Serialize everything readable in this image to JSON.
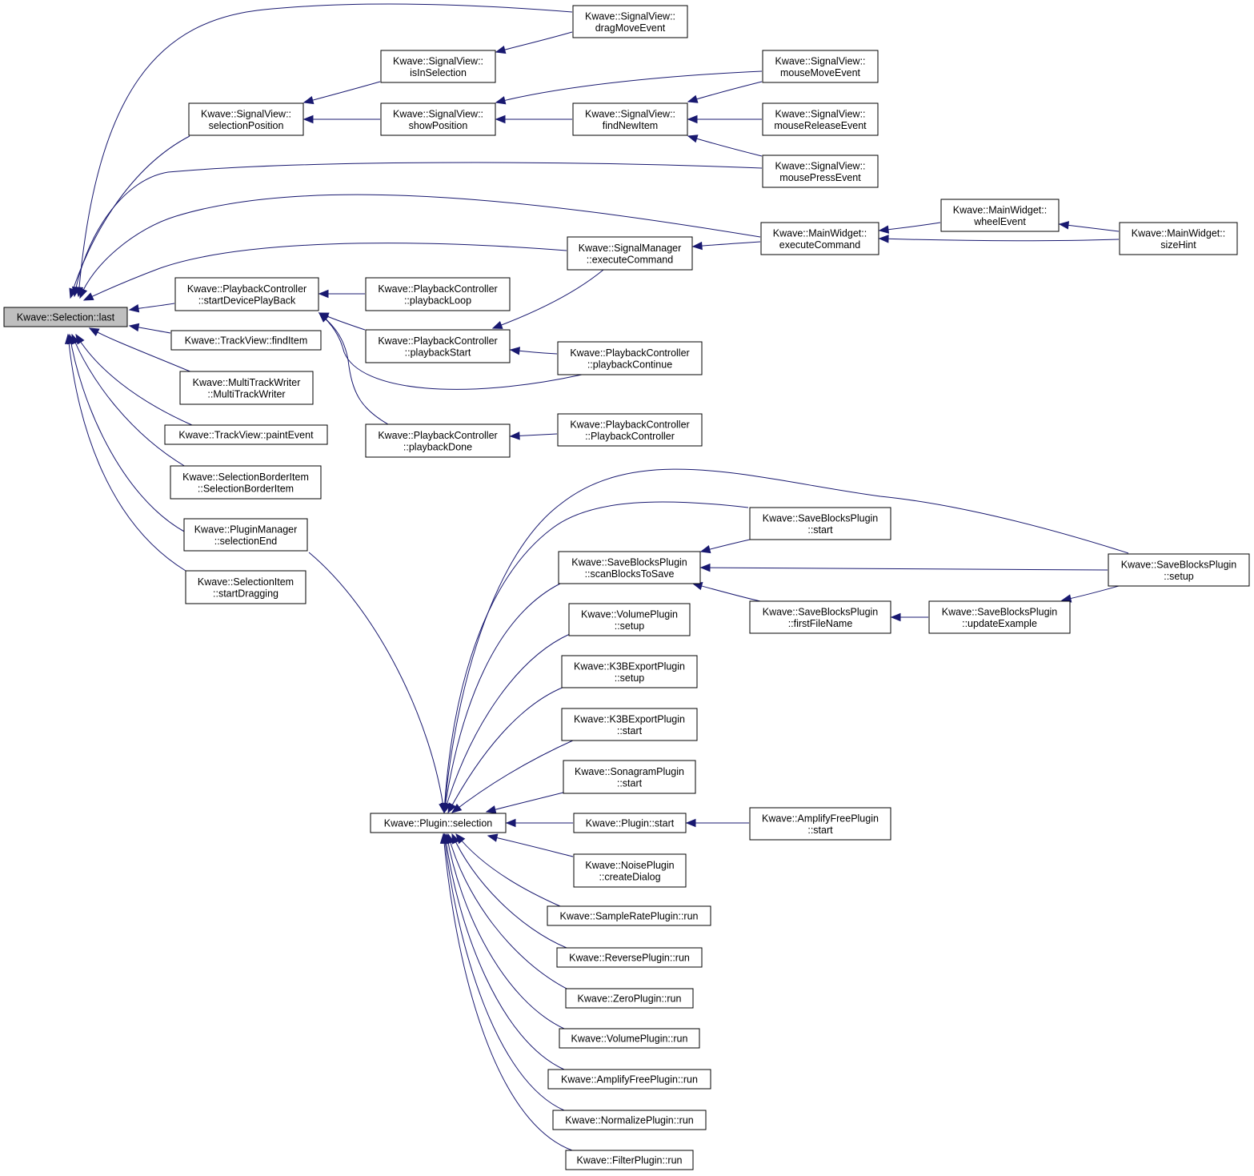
{
  "graph": {
    "edge_color": "#191970",
    "root_fill": "#bfbfbf",
    "nodes": [
      {
        "id": "root",
        "lines": [
          "Kwave::Selection::last"
        ]
      },
      {
        "id": "sv-selpos",
        "lines": [
          "Kwave::SignalView::",
          "selectionPosition"
        ]
      },
      {
        "id": "pc-startdev",
        "lines": [
          "Kwave::PlaybackController",
          "::startDevicePlayBack"
        ]
      },
      {
        "id": "tv-finditem",
        "lines": [
          "Kwave::TrackView::findItem"
        ]
      },
      {
        "id": "mtw",
        "lines": [
          "Kwave::MultiTrackWriter",
          "::MultiTrackWriter"
        ]
      },
      {
        "id": "tv-paint",
        "lines": [
          "Kwave::TrackView::paintEvent"
        ]
      },
      {
        "id": "sbi",
        "lines": [
          "Kwave::SelectionBorderItem",
          "::SelectionBorderItem"
        ]
      },
      {
        "id": "pm-selend",
        "lines": [
          "Kwave::PluginManager",
          "::selectionEnd"
        ]
      },
      {
        "id": "si-drag",
        "lines": [
          "Kwave::SelectionItem",
          "::startDragging"
        ]
      },
      {
        "id": "sv-isinsel",
        "lines": [
          "Kwave::SignalView::",
          "isInSelection"
        ]
      },
      {
        "id": "sv-showpos",
        "lines": [
          "Kwave::SignalView::",
          "showPosition"
        ]
      },
      {
        "id": "pc-loop",
        "lines": [
          "Kwave::PlaybackController",
          "::playbackLoop"
        ]
      },
      {
        "id": "pc-start",
        "lines": [
          "Kwave::PlaybackController",
          "::playbackStart"
        ]
      },
      {
        "id": "pc-done",
        "lines": [
          "Kwave::PlaybackController",
          "::playbackDone"
        ]
      },
      {
        "id": "plugin-sel",
        "lines": [
          "Kwave::Plugin::selection"
        ]
      },
      {
        "id": "sv-dragmove",
        "lines": [
          "Kwave::SignalView::",
          "dragMoveEvent"
        ]
      },
      {
        "id": "sv-findnew",
        "lines": [
          "Kwave::SignalView::",
          "findNewItem"
        ]
      },
      {
        "id": "sm-exec",
        "lines": [
          "Kwave::SignalManager",
          "::executeCommand"
        ]
      },
      {
        "id": "pc-continue",
        "lines": [
          "Kwave::PlaybackController",
          "::playbackContinue"
        ]
      },
      {
        "id": "pc-ctor",
        "lines": [
          "Kwave::PlaybackController",
          "::PlaybackController"
        ]
      },
      {
        "id": "sbp-scan",
        "lines": [
          "Kwave::SaveBlocksPlugin",
          "::scanBlocksToSave"
        ]
      },
      {
        "id": "vp-setup",
        "lines": [
          "Kwave::VolumePlugin",
          "::setup"
        ]
      },
      {
        "id": "k3b-setup",
        "lines": [
          "Kwave::K3BExportPlugin",
          "::setup"
        ]
      },
      {
        "id": "k3b-start",
        "lines": [
          "Kwave::K3BExportPlugin",
          "::start"
        ]
      },
      {
        "id": "sono-start",
        "lines": [
          "Kwave::SonagramPlugin",
          "::start"
        ]
      },
      {
        "id": "plugin-start",
        "lines": [
          "Kwave::Plugin::start"
        ]
      },
      {
        "id": "noise-dlg",
        "lines": [
          "Kwave::NoisePlugin",
          "::createDialog"
        ]
      },
      {
        "id": "srp-run",
        "lines": [
          "Kwave::SampleRatePlugin::run"
        ]
      },
      {
        "id": "rev-run",
        "lines": [
          "Kwave::ReversePlugin::run"
        ]
      },
      {
        "id": "zero-run",
        "lines": [
          "Kwave::ZeroPlugin::run"
        ]
      },
      {
        "id": "vol-run",
        "lines": [
          "Kwave::VolumePlugin::run"
        ]
      },
      {
        "id": "afp-run",
        "lines": [
          "Kwave::AmplifyFreePlugin::run"
        ]
      },
      {
        "id": "norm-run",
        "lines": [
          "Kwave::NormalizePlugin::run"
        ]
      },
      {
        "id": "filt-run",
        "lines": [
          "Kwave::FilterPlugin::run"
        ]
      },
      {
        "id": "sv-mousemove",
        "lines": [
          "Kwave::SignalView::",
          "mouseMoveEvent"
        ]
      },
      {
        "id": "sv-mouserel",
        "lines": [
          "Kwave::SignalView::",
          "mouseReleaseEvent"
        ]
      },
      {
        "id": "sv-mousepress",
        "lines": [
          "Kwave::SignalView::",
          "mousePressEvent"
        ]
      },
      {
        "id": "mw-exec",
        "lines": [
          "Kwave::MainWidget::",
          "executeCommand"
        ]
      },
      {
        "id": "sbp-start",
        "lines": [
          "Kwave::SaveBlocksPlugin",
          "::start"
        ]
      },
      {
        "id": "sbp-first",
        "lines": [
          "Kwave::SaveBlocksPlugin",
          "::firstFileName"
        ]
      },
      {
        "id": "afp-start",
        "lines": [
          "Kwave::AmplifyFreePlugin",
          "::start"
        ]
      },
      {
        "id": "mw-wheel",
        "lines": [
          "Kwave::MainWidget::",
          "wheelEvent"
        ]
      },
      {
        "id": "sbp-update",
        "lines": [
          "Kwave::SaveBlocksPlugin",
          "::updateExample"
        ]
      },
      {
        "id": "mw-sizehint",
        "lines": [
          "Kwave::MainWidget::",
          "sizeHint"
        ]
      },
      {
        "id": "sbp-setup",
        "lines": [
          "Kwave::SaveBlocksPlugin",
          "::setup"
        ]
      }
    ]
  }
}
